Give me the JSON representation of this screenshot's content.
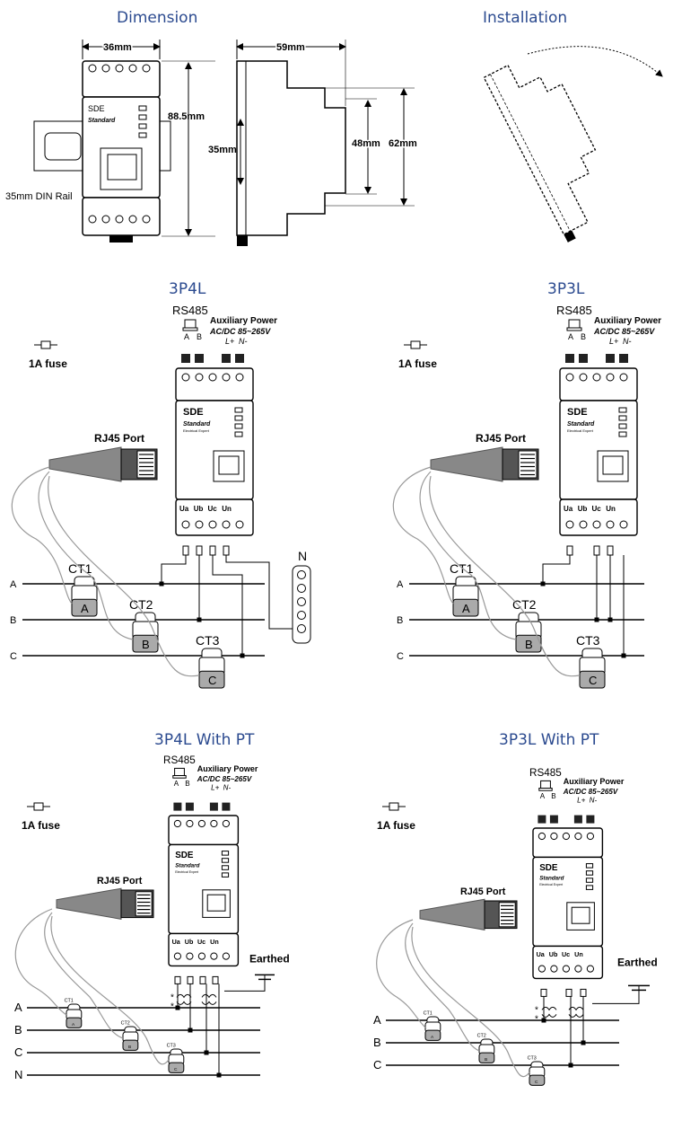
{
  "headings": {
    "dimension": "Dimension",
    "installation": "Installation",
    "p3p4l": "3P4L",
    "p3p3l": "3P3L",
    "p3p4l_pt": "3P4L With PT",
    "p3p3l_pt": "3P3L With PT"
  },
  "dimension": {
    "width_label": "36mm",
    "depth_label": "59mm",
    "height_label": "88.5mm",
    "rail_label": "35mm",
    "inner_label": "48mm",
    "outer_label": "62mm",
    "din_rail_label": "35mm DIN Rail"
  },
  "device": {
    "model": "SDE",
    "brand": "Standard",
    "brand_sub": "Electrical Expert",
    "voltage_terminals": [
      "Ua",
      "Ub",
      "Uc",
      "Un"
    ]
  },
  "wiring": {
    "rs485": "RS485",
    "rs485_pins": [
      "A",
      "B"
    ],
    "aux_power": "Auxiliary Power",
    "aux_range": "AC/DC 85~265V",
    "aux_pins": [
      "L+",
      "N-"
    ],
    "fuse": "1A fuse",
    "rj45": "RJ45 Port",
    "neutral": "N",
    "earthed": "Earthed",
    "phases": [
      "A",
      "B",
      "C"
    ],
    "phases_with_n": [
      "A",
      "B",
      "C",
      "N"
    ],
    "cts": [
      "CT1",
      "CT2",
      "CT3"
    ],
    "ct_letters": [
      "A",
      "B",
      "C"
    ]
  },
  "colors": {
    "heading": "#2b4a8f",
    "terminal": "#222222",
    "ct_body": "#aaaaaa"
  }
}
